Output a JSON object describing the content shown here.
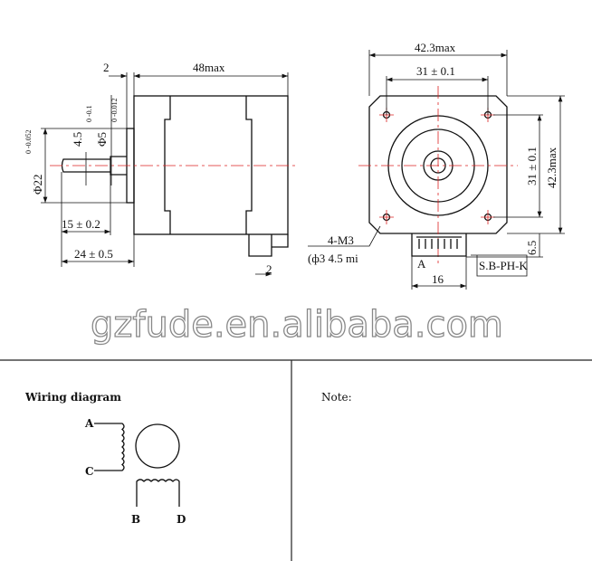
{
  "side_view": {
    "dim_flange": "2",
    "dim_length": "48max",
    "dim_flat": "4.5",
    "dim_flat_tol": "0  -0.1",
    "dim_shaft": "Φ5",
    "dim_shaft_tol": "0  -0.012",
    "dim_boss": "Φ22",
    "dim_boss_tol": "0  -0.052",
    "dim_flat_len": "15 ± 0.2",
    "dim_shaft_len": "24 ± 0.5",
    "dim_bottom": "2"
  },
  "front_view": {
    "dim_width": "42.3max",
    "dim_hole_spacing": "31 ± 0.1",
    "dim_hole_spacing_v": "31 ± 0.1",
    "dim_height": "42.3max",
    "dim_connector": "6.5",
    "holes_label": "4-M3",
    "holes_depth": "(ф3 4.5 mi",
    "connector_pin": "A",
    "connector_width": "16",
    "connector_type": "S.B-PH-K"
  },
  "watermark": "gzfude.en.alibaba.com",
  "wiring": {
    "title": "Wiring diagram",
    "labels": [
      "A",
      "C",
      "B",
      "D"
    ]
  },
  "note": {
    "label": "Note:"
  }
}
